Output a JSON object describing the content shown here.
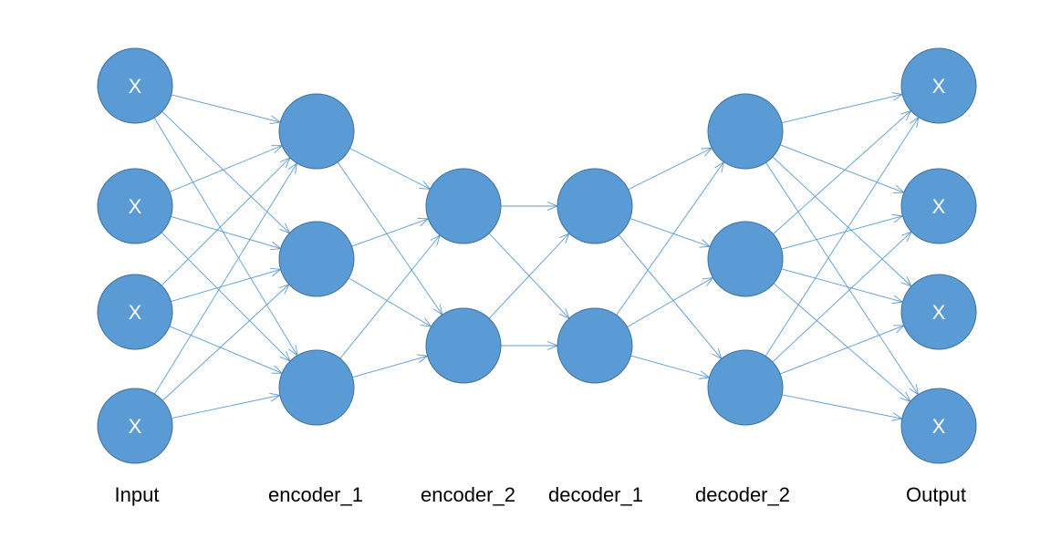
{
  "colors": {
    "node_fill": "#5b9bd5",
    "node_stroke": "#41719c",
    "edge": "#5b9bd5",
    "node_text": "#ffffff",
    "label_text": "#000000",
    "background": "#ffffff"
  },
  "layers": [
    {
      "name": "input",
      "label": "Input",
      "nodes": 4,
      "node_text": "X"
    },
    {
      "name": "encoder-1",
      "label": "encoder_1",
      "nodes": 3,
      "node_text": ""
    },
    {
      "name": "encoder-2",
      "label": "encoder_2",
      "nodes": 2,
      "node_text": ""
    },
    {
      "name": "decoder-1",
      "label": "decoder_1",
      "nodes": 2,
      "node_text": ""
    },
    {
      "name": "decoder-2",
      "label": "decoder_2",
      "nodes": 3,
      "node_text": ""
    },
    {
      "name": "output",
      "label": "Output",
      "nodes": 4,
      "node_text": "X"
    }
  ],
  "connections": "fully-connected-between-adjacent-layers",
  "arrowheads": true
}
